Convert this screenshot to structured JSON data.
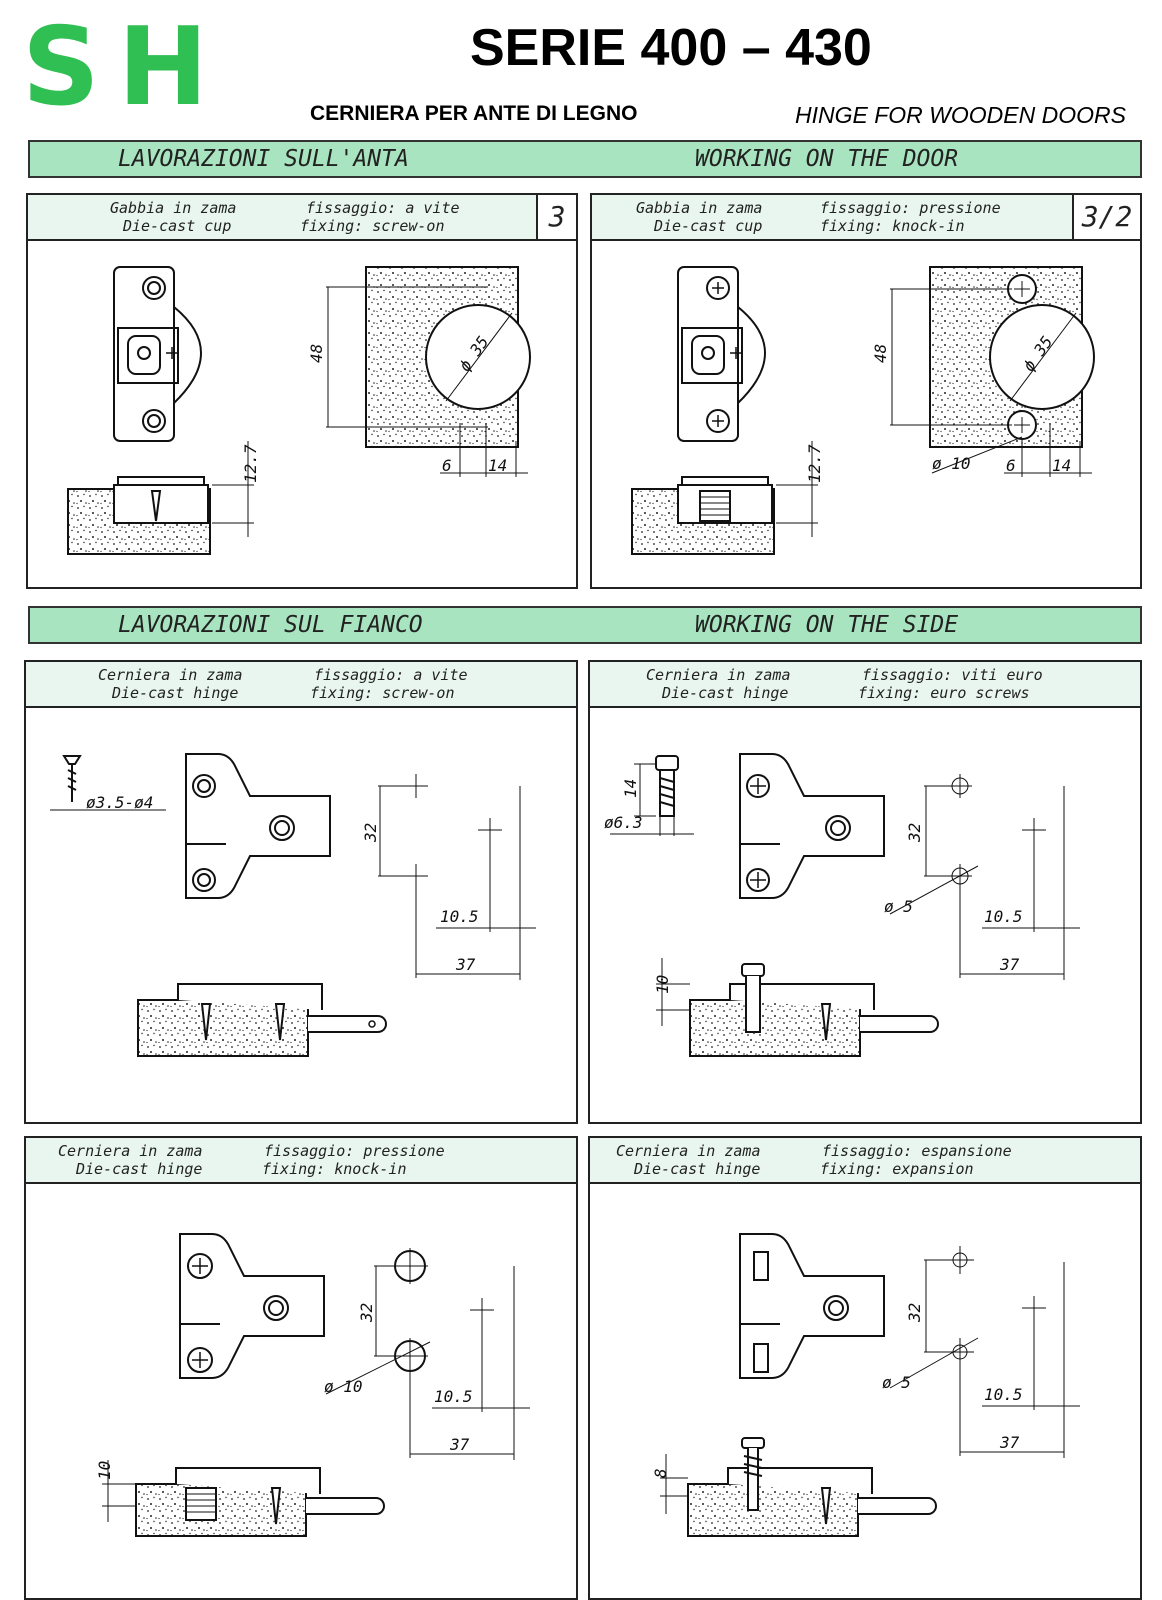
{
  "header": {
    "logo": "SH",
    "series_title": "SERIE 400 – 430",
    "subtitle_it": "CERNIERA PER ANTE DI LEGNO",
    "subtitle_en": "HINGE FOR WOODEN DOORS"
  },
  "bands": {
    "door_it": "LAVORAZIONI SULL'ANTA",
    "door_en": "WORKING ON THE DOOR",
    "side_it": "LAVORAZIONI SUL FIANCO",
    "side_en": "WORKING ON THE SIDE"
  },
  "panels": {
    "p1": {
      "line1_a": "Gabbia in zama",
      "line1_b": "fissaggio: a vite",
      "line2_a": "Die-cast cup",
      "line2_b": "fixing: screw-on",
      "number": "3",
      "dims": {
        "h": "48",
        "dia": "ϕ 35",
        "d1": "6",
        "d2": "14",
        "depth": "12.7"
      }
    },
    "p2": {
      "line1_a": "Gabbia in zama",
      "line1_b": "fissaggio: pressione",
      "line2_a": "Die-cast cup",
      "line2_b": "fixing: knock-in",
      "number": "3/2",
      "dims": {
        "h": "48",
        "dia": "ϕ 35",
        "dia_small": "ø 10",
        "d1": "6",
        "d2": "14",
        "depth": "12.7"
      }
    },
    "p3": {
      "line1_a": "Cerniera in zama",
      "line1_b": "fissaggio: a vite",
      "line2_a": "Die-cast hinge",
      "line2_b": "fixing: screw-on",
      "dims": {
        "screw": "ø3.5-ø4",
        "h": "32",
        "d1": "10.5",
        "d2": "37"
      }
    },
    "p4": {
      "line1_a": "Cerniera in zama",
      "line1_b": "fissaggio: viti euro",
      "line2_a": "Die-cast hinge",
      "line2_b": "fixing: euro screws",
      "dims": {
        "screw_len": "14",
        "screw_dia": "ø6.3",
        "h": "32",
        "hole": "ø 5",
        "d1": "10.5",
        "d2": "37",
        "depth": "10"
      }
    },
    "p5": {
      "line1_a": "Cerniera in zama",
      "line1_b": "fissaggio: pressione",
      "line2_a": "Die-cast hinge",
      "line2_b": "fixing: knock-in",
      "dims": {
        "h": "32",
        "hole": "ø 10",
        "d1": "10.5",
        "d2": "37",
        "depth": "10"
      }
    },
    "p6": {
      "line1_a": "Cerniera in zama",
      "line1_b": "fissaggio: espansione",
      "line2_a": "Die-cast hinge",
      "line2_b": "fixing: expansion",
      "dims": {
        "h": "32",
        "hole": "ø 5",
        "d1": "10.5",
        "d2": "37",
        "depth": "8"
      }
    }
  }
}
